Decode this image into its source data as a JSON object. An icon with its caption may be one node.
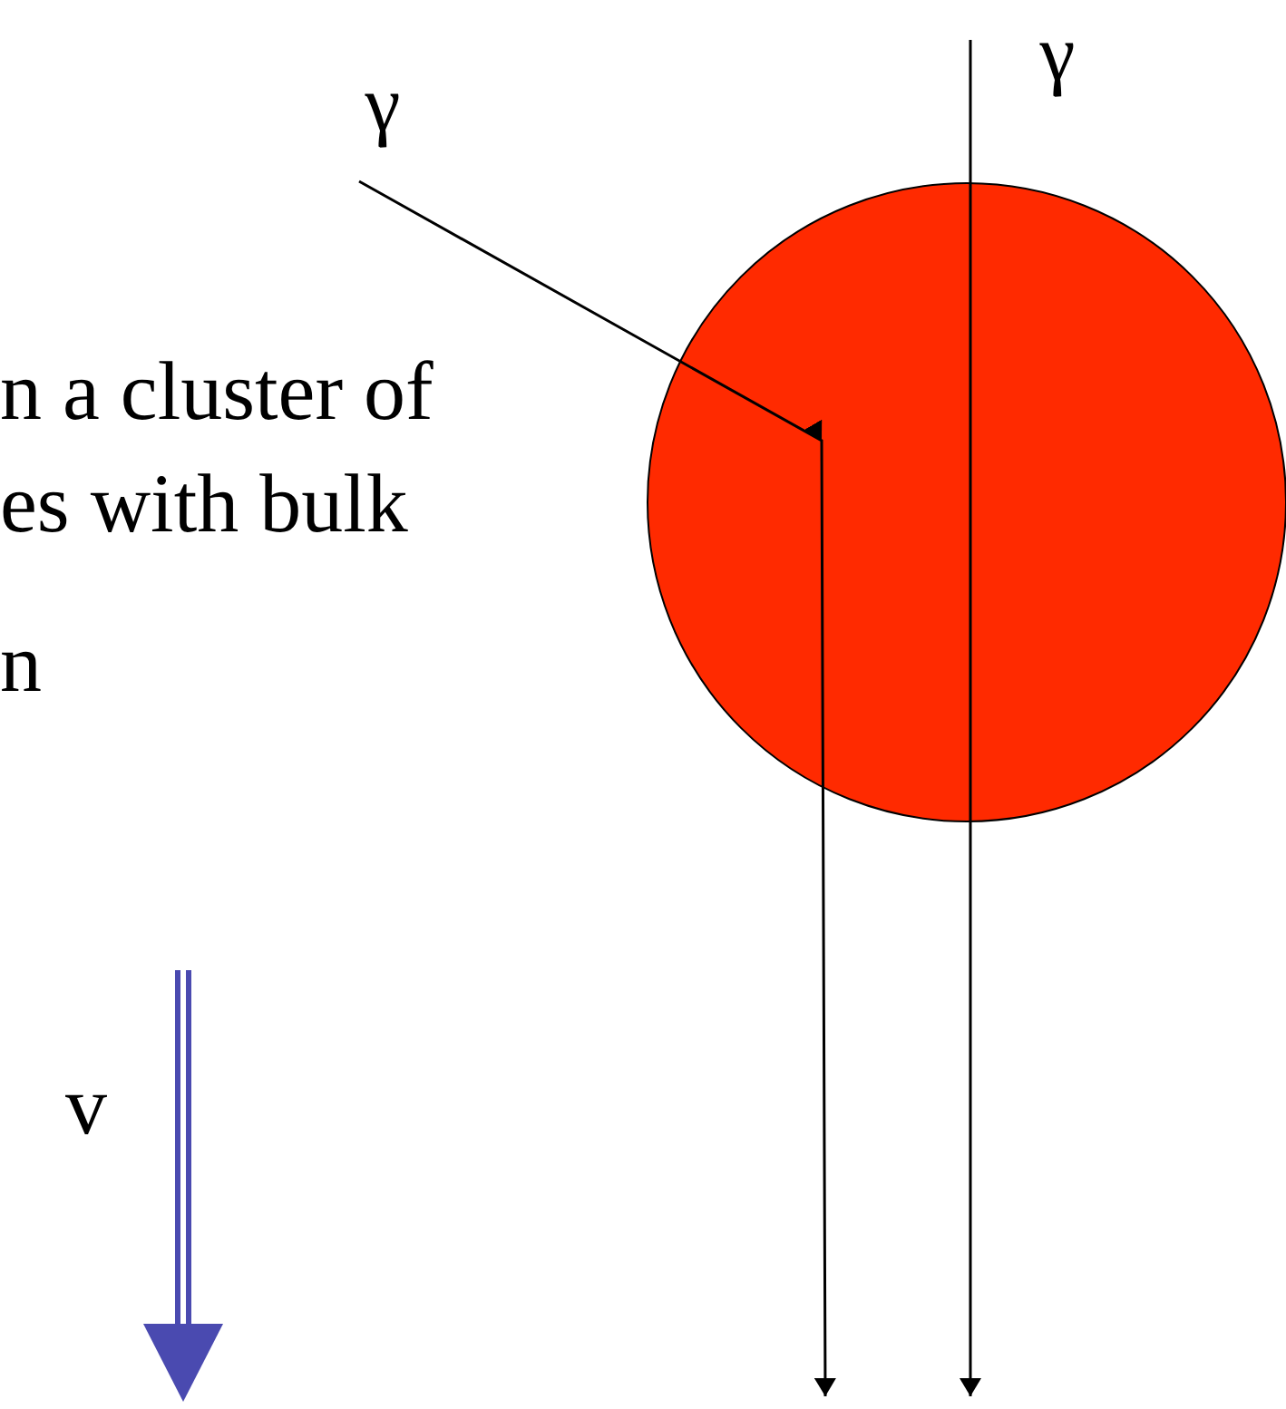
{
  "diagram": {
    "nodes": [
      {
        "text": [
          "γ"
        ]
      },
      {
        "text": [
          "γ"
        ]
      },
      {
        "text": [],
        "shape": "circle"
      }
    ],
    "edges": [
      {
        "from": 0,
        "to": null,
        "arrow": "to"
      },
      {
        "from": 1,
        "to": null,
        "arrow": "to"
      }
    ],
    "labels": [
      "n a cluster of",
      "es with bulk",
      "n",
      "v"
    ]
  }
}
